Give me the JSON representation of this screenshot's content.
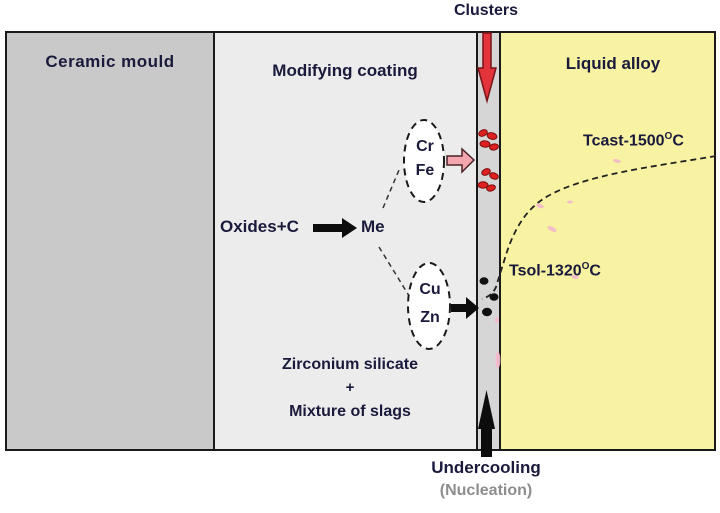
{
  "regions": {
    "ceramic_mould": {
      "label": "Ceramic mould"
    },
    "modifying_coating": {
      "label": "Modifying coating",
      "composition_line1": "Zirconium silicate",
      "composition_plus": "+",
      "composition_line2": "Mixture of slags"
    },
    "liquid_alloy": {
      "label": "Liquid alloy",
      "tcast": {
        "text": "Tcast-1500",
        "sup": "O",
        "unit": "C"
      },
      "tsol": {
        "text": "Tsol-1320",
        "sup": "O",
        "unit": "C"
      }
    }
  },
  "annotations": {
    "clusters": "Clusters",
    "undercooling": "Undercooling",
    "nucleation": "(Nucleation)",
    "reaction": {
      "reactant": "Oxides+",
      "carbon": "C",
      "product": "Me"
    },
    "oval_top": {
      "line1": "Cr",
      "line2": "Fe"
    },
    "oval_bottom": {
      "line1": "Cu",
      "line2": "Zn"
    }
  },
  "colors": {
    "mould_gray": "#c9c9c9",
    "coating_gray": "#ececec",
    "strip_gray": "#d6d6d6",
    "alloy_yellow": "#f8f3a3",
    "arrow_red": "#e3333b",
    "arrow_red_outline": "#7a1418",
    "arrow_pink": "#f4a6ae",
    "arrow_black": "#0d0d0d",
    "cluster_red": "#dd2020",
    "cluster_red_outline": "#7d0d0d",
    "smudge_pink": "#f4b9cb",
    "text_dark": "#1a1a3c",
    "text_gray": "#8d8d8d"
  }
}
